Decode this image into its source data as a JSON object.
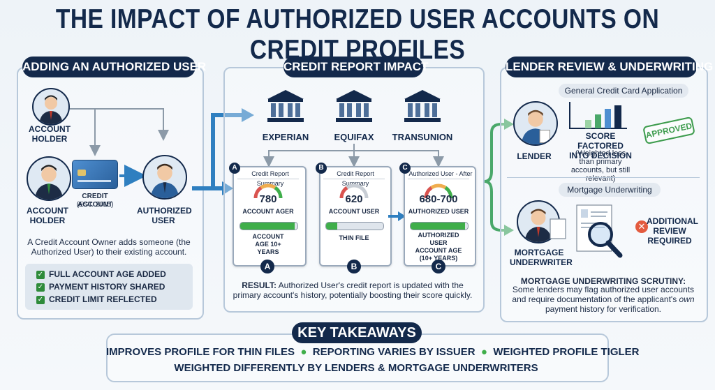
{
  "title": "THE IMPACT OF AUTHORIZED USER ACCOUNTS ON CREDIT PROFILES",
  "left": {
    "header": "ADDING AN AUTHORIZED USER",
    "holder_top": "ACCOUNT HOLDER",
    "holder_bottom": "ACCOUNT HOLDER",
    "credit_account": "CREDIT ACCOUNT",
    "credit_est": "(EST. 2015)",
    "authorized_user": "AUTHORIZED USER",
    "description": "A Credit Account Owner adds someone (the Authorized User) to their existing account.",
    "checklist": [
      "FULL ACCOUNT AGE ADDED",
      "PAYMENT HISTORY SHARED",
      "CREDIT LIMIT REFLECTED"
    ]
  },
  "middle": {
    "header": "CREDIT REPORT IMPACT",
    "bureaus": [
      "EXPERIAN",
      "EQUIFAX",
      "TRANSUNION"
    ],
    "cards": [
      {
        "badge": "A",
        "title": "Credit Report Summary",
        "score": "780",
        "score_label": "ACCOUNT AGER",
        "bar": 0.95,
        "detail": "ACCOUNT AGE 10+ YEARS",
        "bottom": "A"
      },
      {
        "badge": "B",
        "title": "Credit Report Summary",
        "score": "620",
        "score_label": "ACCOUNT USER",
        "bar": 0.2,
        "detail": "THIN FILE",
        "bottom": "B"
      },
      {
        "badge": "C",
        "title": "Authorized User - After",
        "score": "680-700",
        "score_label": "AUTHORIZED USER",
        "bar": 0.95,
        "detail": "AUTHORIZED USER ACCOUNT AGE (10+ YEARS)",
        "bottom": "C"
      }
    ],
    "result_bold": "RESULT:",
    "result_text": " Authorized User's credit report is updated with the primary account's history, potentially boosting their score quickly."
  },
  "right": {
    "header": "LENDER REVIEW & UNDERWRITING",
    "general": "General Credit Card Application",
    "lender": "LENDER",
    "score_factored": "SCORE FACTORED INTO DECISION",
    "weighted_note": "(Weighted less than primary accounts, but still relevant)",
    "approved": "APPROVED",
    "mortgage": "Mortgage Underwriting",
    "underwriter": "MORTGAGE UNDERWRITER",
    "additional": "ADDITIONAL REVIEW REQUIRED",
    "scrutiny_title": "MORTGAGE UNDERWRITING SCRUTINY:",
    "scrutiny_text_1": "Some lenders may flag authorized user accounts and require documentation of the applicant's ",
    "scrutiny_own": "own",
    "scrutiny_text_2": " payment history for verification."
  },
  "takeaways": {
    "header": "KEY TAKEAWAYS",
    "items": [
      "IMPROVES PROFILE FOR THIN FILES",
      "REPORTING VARIES BY ISSUER",
      "WEIGHTED PROFILE TIGLER"
    ],
    "line2": "WEIGHTED DIFFERENTLY BY LENDERS & MORTGAGE UNDERWRITERS"
  },
  "colors": {
    "navy": "#13294b",
    "blue_arrow": "#2f7fc0",
    "green_arrow": "#4aa86a",
    "gauge_red": "#d9534f",
    "gauge_green": "#3fae4a"
  }
}
